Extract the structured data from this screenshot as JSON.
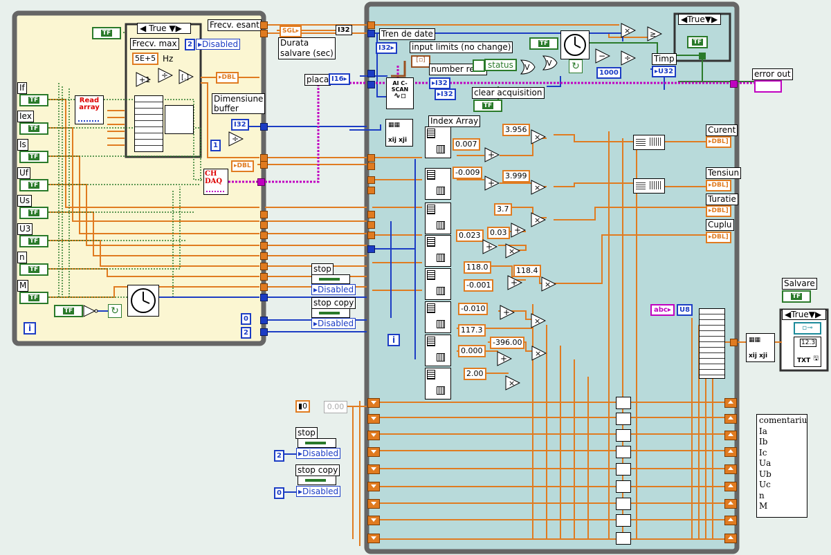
{
  "left_loop": {
    "case_selector": "True",
    "frecv_max_label": "Frecv. max",
    "hz_const": "5E+5",
    "hz_unit": "Hz",
    "frecv_esant_label": "Frecv. esant",
    "disabled_const": "2",
    "disabled_text": "Disabled",
    "read_array_label": "Read array",
    "dimensiune_buffer_label": "Dimensiune\nbuffer",
    "i32_term": "I32",
    "one_const": "1",
    "dbl_term": "DBL",
    "ch_daq_label": "CH DAQ",
    "iter_label": "i",
    "controls": [
      "If",
      "Iex",
      "Is",
      "Uf",
      "Us",
      "U3",
      "n",
      "M"
    ],
    "tf_text": "TF"
  },
  "middle": {
    "sgl_term": "SGL",
    "i32_term": "I32",
    "durata_label": "Durata\nsalvare (sec)",
    "placa_label": "placa",
    "i16_term": "I16",
    "stop_label": "stop",
    "stop_copy_label": "stop copy",
    "disabled_text": "Disabled",
    "zero_const": "0",
    "two_const": "2"
  },
  "main_loop": {
    "tren_label": "Tren de date",
    "input_limits_label": "input limits (no change)",
    "number_read_label": "number read",
    "clear_acq_label": "clear acquisition",
    "status_label": "status",
    "ai_cscan": "AI C-SCAN",
    "index_array_label": "Index Array",
    "const_1000": "1000",
    "timp_label": "Timp",
    "u32_term": "U32",
    "case_selector": "True",
    "constants": [
      "0.007",
      "3.956",
      "-0.009",
      "3.999",
      "3.7",
      "0.023",
      "0.03",
      "118.0",
      "118.4",
      "-0.001",
      "-0.010",
      "117.3",
      "0.000",
      "-396.00",
      "2.00"
    ],
    "iter_label": "i"
  },
  "outputs": {
    "error_out": "error out",
    "curent": "Curent",
    "tensiune": "Tensiun",
    "turatie": "Turatie",
    "cuplu": "Cuplu",
    "dbl": "DBL",
    "salvare": "Salvare",
    "case_true": "True",
    "format_const": "12.3",
    "txt": "TXT",
    "u8_term": "U8",
    "abc_term": "abc"
  },
  "bottom": {
    "shift_init": "0",
    "shift_val": "0.00",
    "stop_label": "stop",
    "stop_copy_label": "stop copy",
    "disabled_text": "Disabled",
    "two_const": "2",
    "zero_const": "0"
  },
  "comment": {
    "lines": [
      "comentariu",
      "Ia",
      "Ib",
      "Ic",
      "Ua",
      "Ub",
      "Uc",
      "n",
      "M"
    ]
  }
}
